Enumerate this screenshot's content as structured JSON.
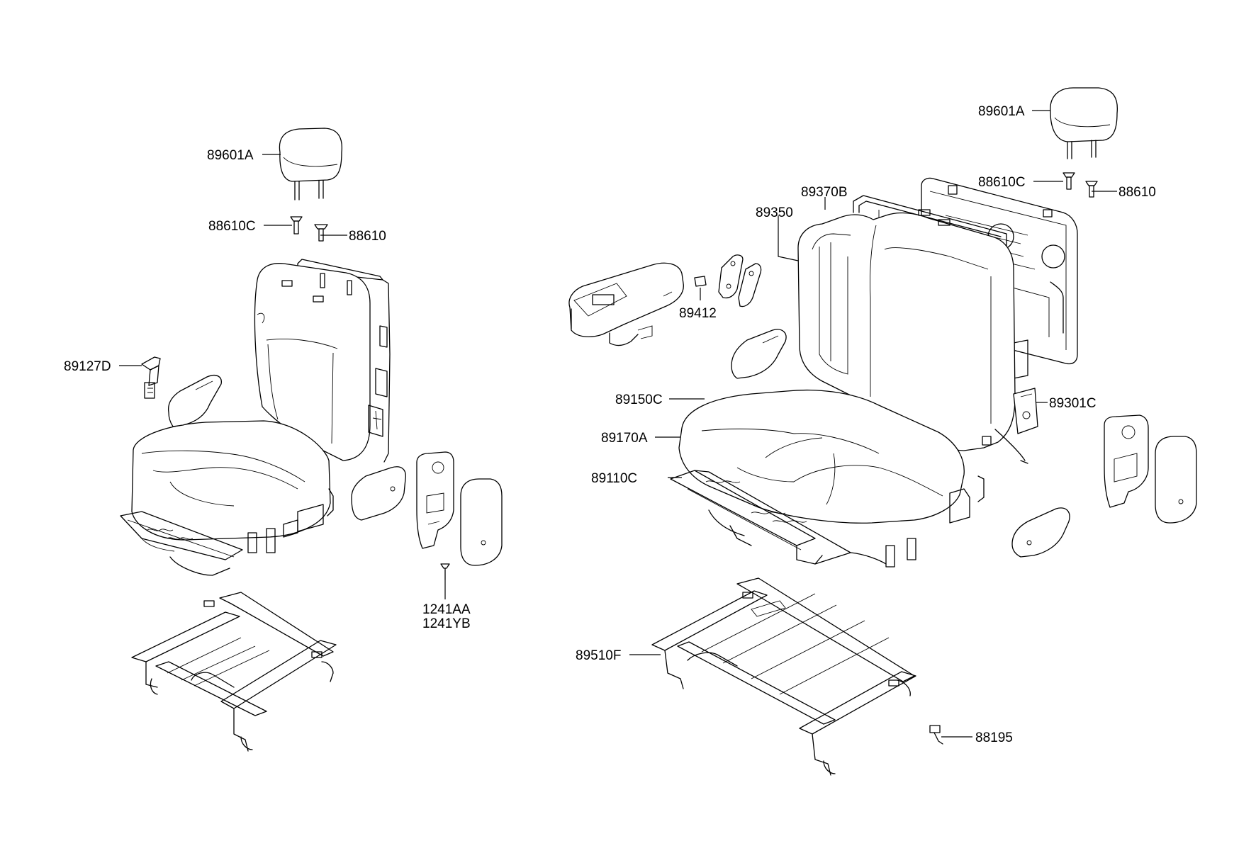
{
  "labels": {
    "l_89601A_left": "89601A",
    "l_88610C_left": "88610C",
    "l_88610_left": "88610",
    "l_89127D": "89127D",
    "l_1241AA": "1241AA",
    "l_1241YB": "1241YB",
    "l_89601A_right": "89601A",
    "l_88610C_right": "88610C",
    "l_88610_right": "88610",
    "l_89370B": "89370B",
    "l_89350": "89350",
    "l_89412": "89412",
    "l_89150C": "89150C",
    "l_89170A": "89170A",
    "l_89110C": "89110C",
    "l_89301C": "89301C",
    "l_89510F": "89510F",
    "l_88195": "88195"
  }
}
